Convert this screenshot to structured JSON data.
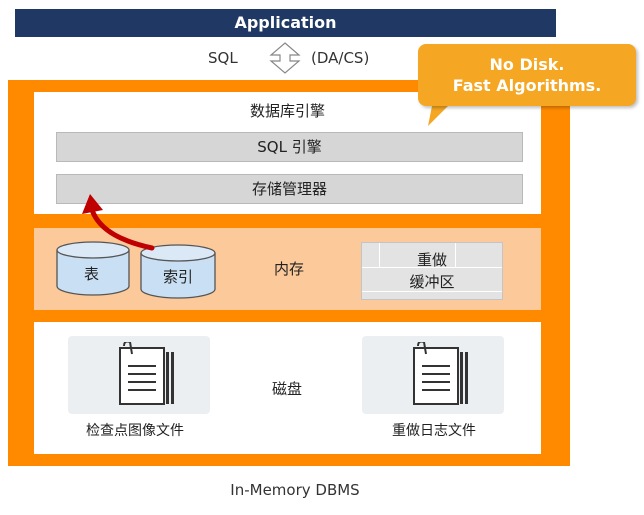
{
  "application": {
    "title": "Application"
  },
  "sql_row": {
    "left_label": "SQL",
    "right_label": "(DA/CS)"
  },
  "callout": {
    "line1": "No Disk.",
    "line2": "Fast Algorithms."
  },
  "engine": {
    "title": "数据库引擎",
    "sql_engine": "SQL 引擎",
    "storage_manager": "存储管理器"
  },
  "memory": {
    "table": "表",
    "index": "索引",
    "label": "内存",
    "redo_buffer_line1": "重做",
    "redo_buffer_line2": "缓冲区"
  },
  "disk": {
    "label": "磁盘",
    "checkpoint_file": "检查点图像文件",
    "redo_log_file": "重做日志文件"
  },
  "caption": "In-Memory DBMS",
  "colors": {
    "app_bar": "#1f3864",
    "frame": "#ff8a00",
    "callout": "#f5a623",
    "memory_band": "#fbc99a",
    "cylinder": "#c9dff4",
    "arrow": "#c00000"
  }
}
